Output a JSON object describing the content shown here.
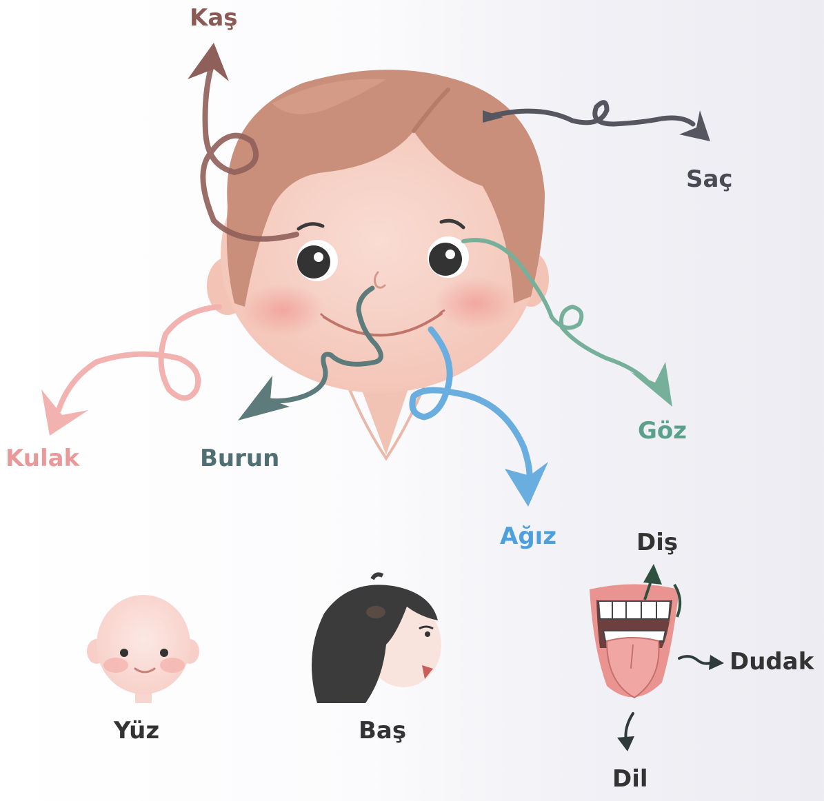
{
  "labels": {
    "kas": {
      "text": "Kaş",
      "color": "#8a5a55"
    },
    "sac": {
      "text": "Saç",
      "color": "#4a4a55"
    },
    "kulak": {
      "text": "Kulak",
      "color": "#e89a9a"
    },
    "burun": {
      "text": "Burun",
      "color": "#4f6f72"
    },
    "goz": {
      "text": "Göz",
      "color": "#5aa18a"
    },
    "agiz": {
      "text": "Ağız",
      "color": "#4ea0dc"
    },
    "dis": {
      "text": "Diş",
      "color": "#333333"
    },
    "dudak": {
      "text": "Dudak",
      "color": "#333333"
    },
    "dil": {
      "text": "Dil",
      "color": "#333333"
    },
    "yuz": {
      "text": "Yüz",
      "color": "#333333"
    },
    "bas": {
      "text": "Baş",
      "color": "#333333"
    }
  },
  "colors": {
    "skin": "#f6cfc3",
    "hair": "#c9917d",
    "hair_dark": "#a8735f",
    "cheek": "#f1a9a3",
    "girl_hair": "#3a3a3a"
  }
}
